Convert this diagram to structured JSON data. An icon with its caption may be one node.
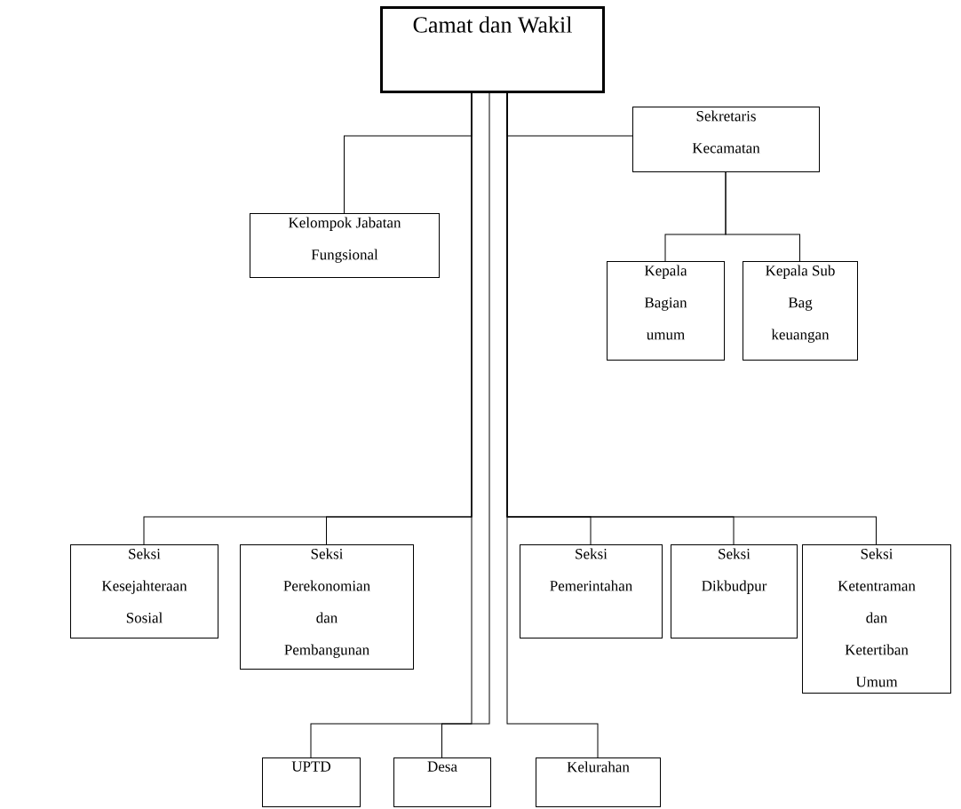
{
  "diagram": {
    "nodes": [
      {
        "text": [
          "Camat dan Wakil"
        ]
      },
      {
        "text": [
          "Sekretaris Kecamatan"
        ]
      },
      {
        "text": [
          "Kelompok Jabatan Fungsional"
        ]
      },
      {
        "text": [
          "Kepala Bagian umum"
        ]
      },
      {
        "text": [
          "Kepala Sub Bag keuangan"
        ]
      },
      {
        "text": [
          "Seksi Kesejahteraan Sosial"
        ]
      },
      {
        "text": [
          "Seksi Perekonomian dan Pembangunan"
        ]
      },
      {
        "text": [
          "Seksi Pemerintahan"
        ]
      },
      {
        "text": [
          "Seksi Dikbudpur"
        ]
      },
      {
        "text": [
          "Seksi Ketentraman dan Ketertiban Umum"
        ]
      },
      {
        "text": [
          "UPTD"
        ]
      },
      {
        "text": [
          "Desa"
        ]
      },
      {
        "text": [
          "Kelurahan"
        ]
      }
    ],
    "edges": [
      {
        "from": 0,
        "to": 2,
        "arrow": "none"
      },
      {
        "from": 0,
        "to": 1,
        "arrow": "none"
      },
      {
        "from": 1,
        "to": 3,
        "arrow": "none"
      },
      {
        "from": 1,
        "to": 4,
        "arrow": "none"
      },
      {
        "from": 0,
        "to": 5,
        "arrow": "none"
      },
      {
        "from": 0,
        "to": 6,
        "arrow": "none"
      },
      {
        "from": 0,
        "to": 7,
        "arrow": "none"
      },
      {
        "from": 0,
        "to": 8,
        "arrow": "none"
      },
      {
        "from": 0,
        "to": 9,
        "arrow": "none"
      },
      {
        "from": 0,
        "to": 10,
        "arrow": "none"
      },
      {
        "from": 0,
        "to": 11,
        "arrow": "none"
      },
      {
        "from": 0,
        "to": 12,
        "arrow": "none"
      }
    ]
  }
}
